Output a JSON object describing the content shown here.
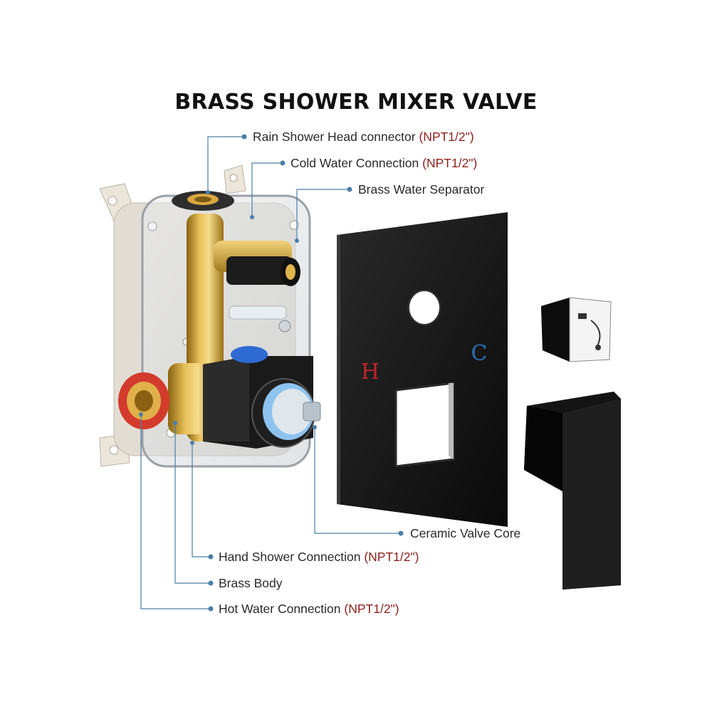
{
  "title": "BRASS SHOWER MIXER VALVE",
  "faceplate_marks": {
    "hot": "H",
    "cold": "C"
  },
  "callouts": [
    {
      "text": "Rain Shower Head connector",
      "spec": "(NPT1/2\")"
    },
    {
      "text": "Cold Water Connection",
      "spec": "(NPT1/2\")"
    },
    {
      "text": "Brass Water Separator",
      "spec": ""
    },
    {
      "text": "Ceramic Valve Core",
      "spec": ""
    },
    {
      "text": "Hand Shower Connection",
      "spec": "(NPT1/2\")"
    },
    {
      "text": "Brass Body",
      "spec": ""
    },
    {
      "text": "Hot Water Connection",
      "spec": "(NPT1/2\")"
    }
  ],
  "colors": {
    "leader_line": "#4a7fa8",
    "spec_text": "#8e1f1a",
    "hot_mark": "#c0242b",
    "cold_mark": "#2b72b8"
  }
}
